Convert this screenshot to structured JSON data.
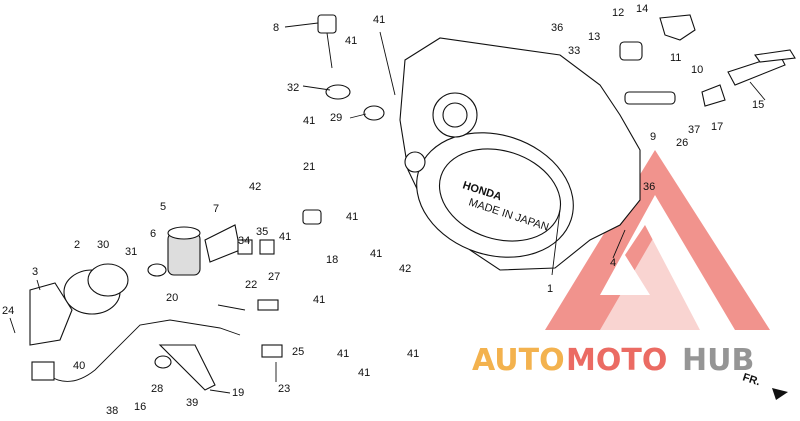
{
  "diagram": {
    "cover_text": {
      "line1": "HONDA",
      "line2": "MADE IN JAPAN"
    },
    "direction_marker": "FR.",
    "part_numbers": [
      "1",
      "2",
      "3",
      "4",
      "5",
      "6",
      "7",
      "8",
      "9",
      "10",
      "11",
      "12",
      "13",
      "14",
      "15",
      "16",
      "17",
      "18",
      "19",
      "20",
      "21",
      "22",
      "23",
      "24",
      "25",
      "26",
      "27",
      "28",
      "29",
      "30",
      "31",
      "32",
      "33",
      "34",
      "35",
      "36",
      "37",
      "38",
      "39",
      "40",
      "41",
      "42"
    ]
  },
  "watermark": {
    "text_auto": "AUTO",
    "text_moto": "MOTO",
    "text_hub": "HUB",
    "colors": {
      "red": "#e53a2f",
      "orange": "#f2a530",
      "gray": "#8a8a8a"
    }
  }
}
